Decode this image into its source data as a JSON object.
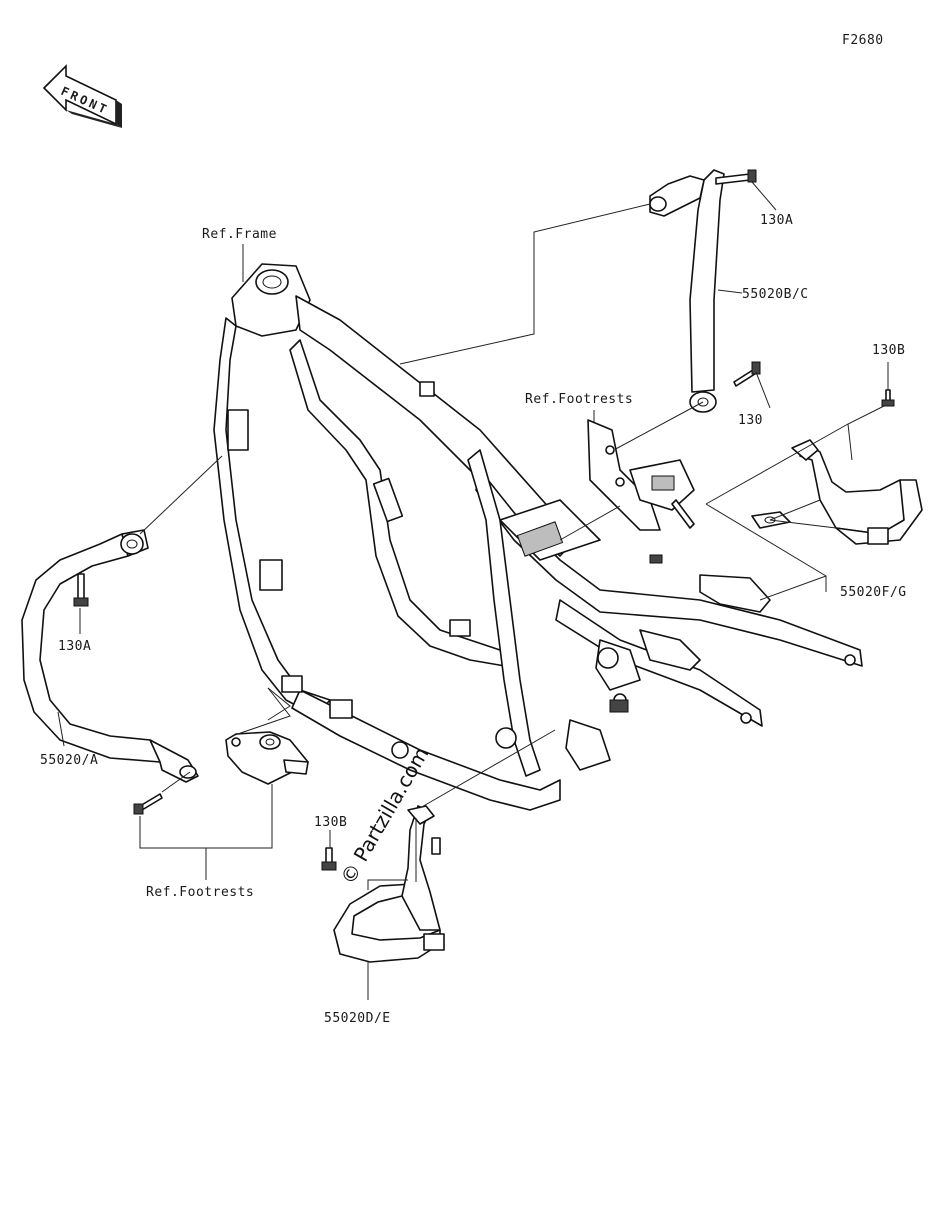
{
  "figure_code": "F2680",
  "front_arrow_text": "FRONT",
  "watermark": "© Partzilla.com",
  "labels": {
    "ref_frame": "Ref.Frame",
    "ref_footrests_right": "Ref.Footrests",
    "ref_footrests_left": "Ref.Footrests",
    "bolt_130a_top": "130A",
    "bolt_130a_left": "130A",
    "bolt_130": "130",
    "bolt_130b_right": "130B",
    "bolt_130b_bottom": "130B",
    "part_55020bc": "55020B/C",
    "part_55020fg": "55020F/G",
    "part_55020a": "55020/A",
    "part_55020de": "55020D/E"
  }
}
